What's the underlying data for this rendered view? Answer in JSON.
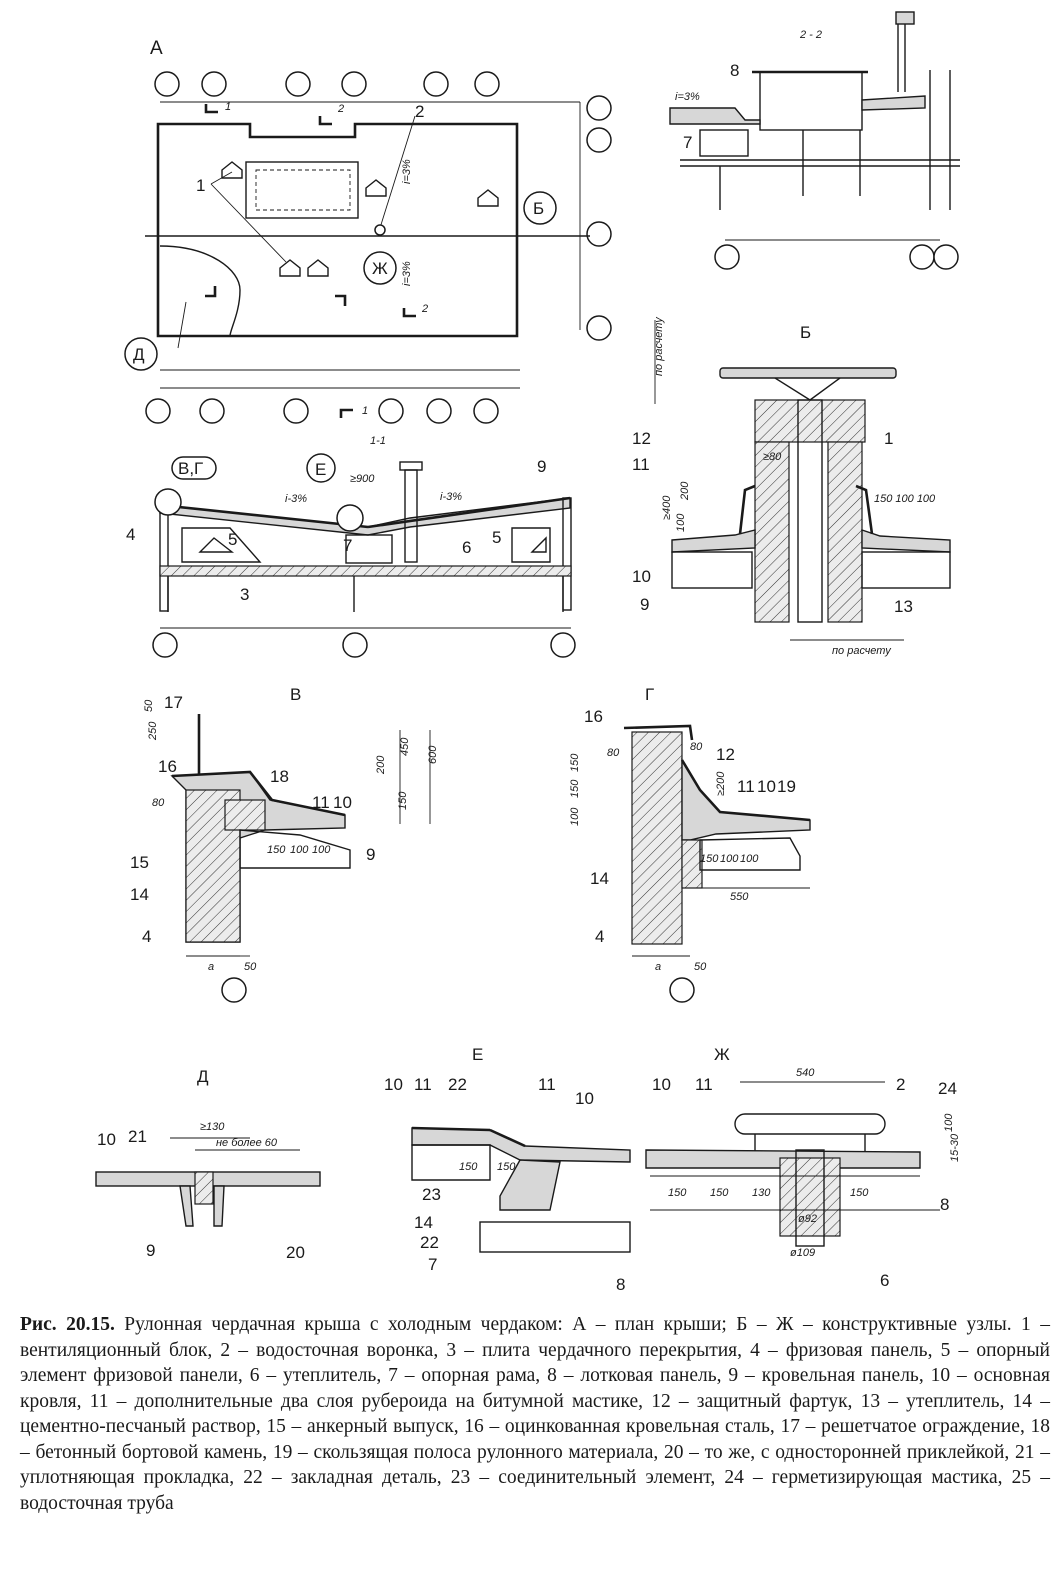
{
  "plan": {
    "title": "А",
    "labels": [
      "1",
      "2",
      "Б",
      "Ж",
      "Д",
      "1",
      "2",
      "2",
      "1",
      "1-1"
    ],
    "slopes": [
      "i=3%",
      "i=3%"
    ]
  },
  "section22": {
    "title": "2 - 2",
    "labels": [
      "8",
      "7"
    ],
    "slope": "i=3%"
  },
  "section11": {
    "callouts": [
      "В,Г",
      "Е"
    ],
    "labels": [
      "4",
      "5",
      "7",
      "6",
      "5",
      "3",
      "9"
    ],
    "slopes": [
      "i-3%",
      "i-3%"
    ],
    "dim": "≥900"
  },
  "nodeB": {
    "title": "Б",
    "labels": [
      "12",
      "11",
      "1",
      "10",
      "9",
      "13"
    ],
    "dims": [
      "по расчету",
      "≥80",
      "≥400",
      "200",
      "100",
      "150 100 100",
      "по расчету"
    ]
  },
  "nodeV": {
    "title": "В",
    "labels": [
      "17",
      "16",
      "18",
      "11",
      "10",
      "15",
      "14",
      "4",
      "9"
    ],
    "dims": [
      "250",
      "50",
      "80",
      "200",
      "450",
      "600",
      "150",
      "150",
      "100",
      "100",
      "a",
      "50"
    ]
  },
  "nodeG": {
    "title": "Г",
    "labels": [
      "16",
      "12",
      "11",
      "10",
      "19",
      "14",
      "4"
    ],
    "dims": [
      "80",
      "80",
      "150",
      "150",
      "100",
      "≥200",
      "150",
      "100",
      "100",
      "550",
      "a",
      "50"
    ]
  },
  "nodeD": {
    "title": "Д",
    "labels": [
      "10",
      "21",
      "9",
      "20"
    ],
    "dims": [
      "≥130",
      "не более 60"
    ]
  },
  "nodeE": {
    "title": "Е",
    "labels": [
      "10",
      "11",
      "22",
      "11",
      "10",
      "23",
      "14",
      "22",
      "7",
      "8"
    ],
    "dims": [
      "150",
      "150"
    ]
  },
  "nodeZh": {
    "title": "Ж",
    "labels": [
      "10",
      "11",
      "2",
      "24",
      "8",
      "6"
    ],
    "dims": [
      "540",
      "100",
      "15-30",
      "150",
      "150",
      "130",
      "150",
      "ø92",
      "ø109"
    ]
  },
  "caption": {
    "lead": "Рис. 20.15.",
    "text": " Рулонная чердачная крыша с холодным чердаком: А – план крыши; Б – Ж – конструктивные узлы. 1 – вентиляционный блок, 2 – водосточная воронка, 3 – плита чердачного перекрытия, 4 – фризовая панель, 5 – опорный элемент фризовой панели, 6 – утеплитель, 7 – опорная рама, 8 – лотковая панель, 9 – кровельная панель, 10 – основная кровля, 11 – дополнительные два слоя рубероида на битумной мастике, 12 – защитный фартук, 13 – утеплитель, 14 – цементно-песчаный раствор, 15 – анкерный выпуск, 16 – оцинкованная кровельная сталь, 17 – решетчатое ограждение, 18 – бетонный бортовой камень, 19 – скользящая полоса рулонного материала, 20 – то же, с односторонней приклейкой, 21 – уплотняющая прокладка, 22 – закладная деталь, 23 – соединительный элемент, 24 – герметизирующая мастика, 25 – водосточная труба"
  }
}
